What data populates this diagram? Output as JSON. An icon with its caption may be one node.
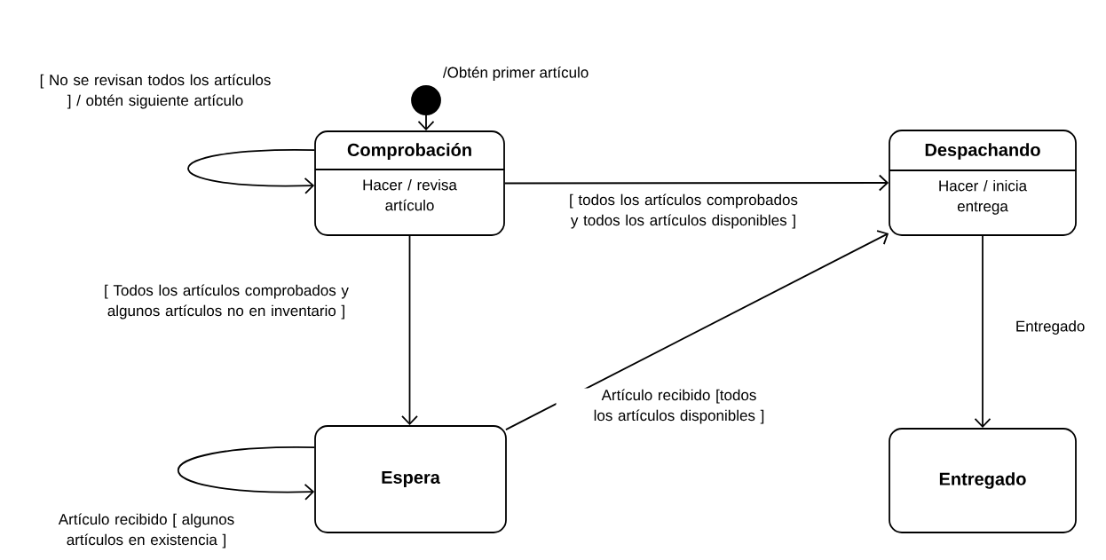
{
  "diagram": {
    "nodes": [
      {
        "text": [],
        "shape": "circle"
      },
      {
        "text": [
          "Comprobación",
          "Hacer / revisa artículo"
        ]
      },
      {
        "text": [
          "Despachando",
          "Hacer / inicia entrega"
        ]
      },
      {
        "text": [
          "Espera"
        ]
      },
      {
        "text": [
          "Entregado"
        ]
      }
    ],
    "edges": [
      {
        "from": 0,
        "to": 1,
        "arrow": "to",
        "label": "/Obtén primer artículo"
      },
      {
        "from": 1,
        "to": 1,
        "arrow": "to",
        "label": "[ No se revisan todos los artículos ] / obtén siguiente artículo"
      },
      {
        "from": 1,
        "to": 2,
        "arrow": "to",
        "label": "[ todos los artículos comprobados y todos los artículos disponibles ]"
      },
      {
        "from": 1,
        "to": 3,
        "arrow": "to",
        "label": "[ Todos los artículos comprobados y algunos artículos no en inventario ]"
      },
      {
        "from": 3,
        "to": 2,
        "arrow": "to",
        "label": "Artículo recibido [todos los artículos disponibles ]"
      },
      {
        "from": 3,
        "to": 3,
        "arrow": "to",
        "label": "Artículo recibido [ algunos artículos en existencia ]"
      },
      {
        "from": 2,
        "to": 4,
        "arrow": "to",
        "label": "Entregado"
      }
    ]
  }
}
